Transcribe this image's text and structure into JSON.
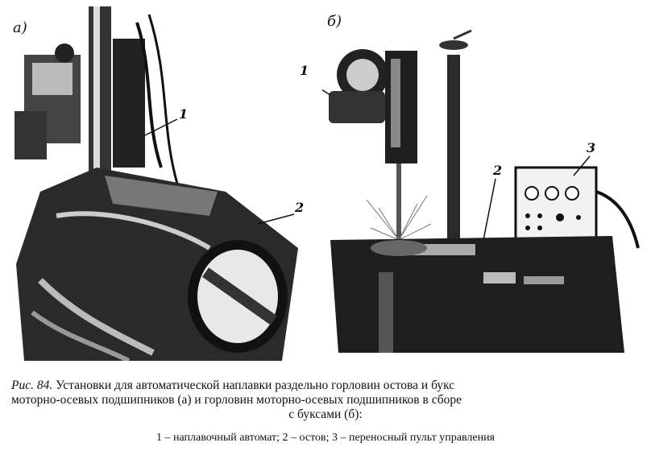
{
  "figure": {
    "panel_a_label": "а)",
    "panel_b_label": "б)",
    "callouts_a": [
      "1",
      "2"
    ],
    "callouts_b": [
      "1",
      "2",
      "3"
    ]
  },
  "caption": {
    "prefix": "Рис. 84.",
    "line1": "Установки для автоматической наплавки раздельно горловин остова и букс",
    "line2": "моторно-осевых подшипников (а) и горловин моторно-осевых подшипников в сборе",
    "line3": "с буксами (б):"
  },
  "legend": {
    "text": "1 – наплавочный автомат; 2 – остов; 3 – переносный пульт управления"
  }
}
